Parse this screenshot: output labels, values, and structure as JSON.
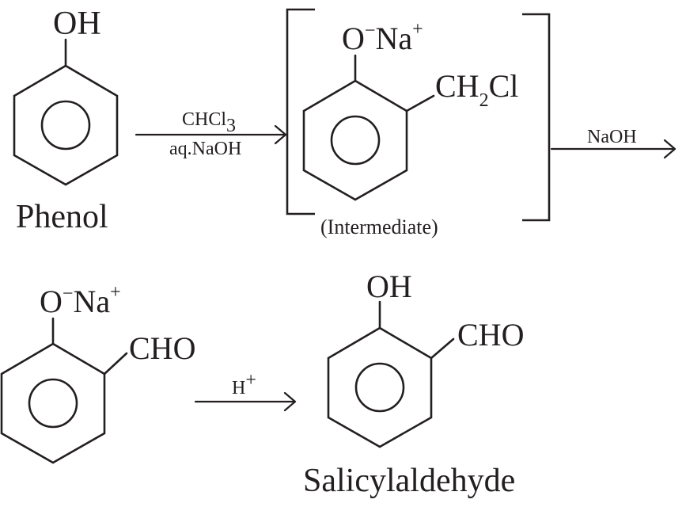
{
  "phenol": {
    "substituent": "OH",
    "caption": "Phenol"
  },
  "step1": {
    "reagent_top": "CHCl",
    "reagent_top_sub": "3",
    "reagent_bottom": "aq.NaOH"
  },
  "intermediate": {
    "oxygen": "O",
    "oxygen_charge": "−",
    "sodium": "Na",
    "sodium_charge": "+",
    "side_chain_a": "CH",
    "side_chain_sub": "2",
    "side_chain_b": "Cl",
    "caption": "(Intermediate)"
  },
  "step2": {
    "reagent": "NaOH"
  },
  "phenoxide_aldehyde": {
    "oxygen": "O",
    "oxygen_charge": "−",
    "sodium": "Na",
    "sodium_charge": "+",
    "side_chain": "CHO"
  },
  "step3": {
    "reagent": "H",
    "reagent_charge": "+"
  },
  "product": {
    "substituent_top": "OH",
    "side_chain": "CHO",
    "caption": "Salicylaldehyde"
  }
}
